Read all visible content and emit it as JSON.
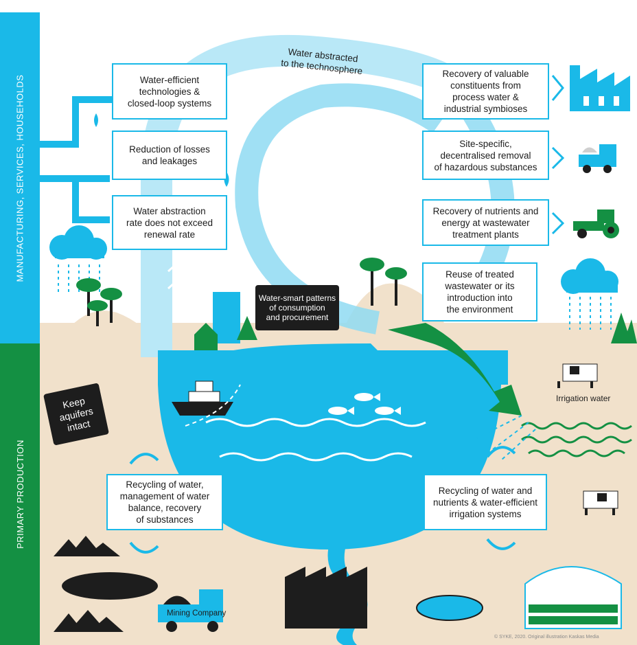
{
  "sections": {
    "top": "MANUFACTURING, SERVICES, HOUSEHOLDS",
    "bottom": "PRIMARY PRODUCTION"
  },
  "arc_label": "Water abstracted\nto the technosphere",
  "left_boxes": [
    "Water-efficient\ntechnologies &\nclosed-loop systems",
    "Reduction of losses\nand leakages",
    "Water abstraction\nrate does not exceed\nrenewal rate"
  ],
  "right_boxes": [
    "Recovery of valuable\nconstituents from\nprocess water &\nindustrial symbioses",
    "Site-specific,\ndecentralised removal\nof hazardous substances",
    "Recovery of nutrients and\nenergy at wastewater\ntreatment plants",
    "Reuse of treated\nwastewater or its\nintroduction into\nthe environment"
  ],
  "center_sign": "Water-smart patterns\nof consumption\nand procurement",
  "aquifer_sign": "Keep\naquifers\nintact",
  "bottom_left_box": "Recycling of water,\nmanagement of water\nbalance, recovery\nof substances",
  "bottom_right_box": "Recycling of water and\nnutrients & water-efficient\nirrigation systems",
  "irrigation_label": "Irrigation water",
  "truck_label": "Mining Company",
  "credit": "© SYKE, 2020. Original illustration Kaskas Media",
  "colors": {
    "cyan": "#1ab9e8",
    "light_cyan": "#8fdaf2",
    "green": "#149043",
    "sand": "#f1e1cb",
    "dark": "#1d1d1d"
  }
}
